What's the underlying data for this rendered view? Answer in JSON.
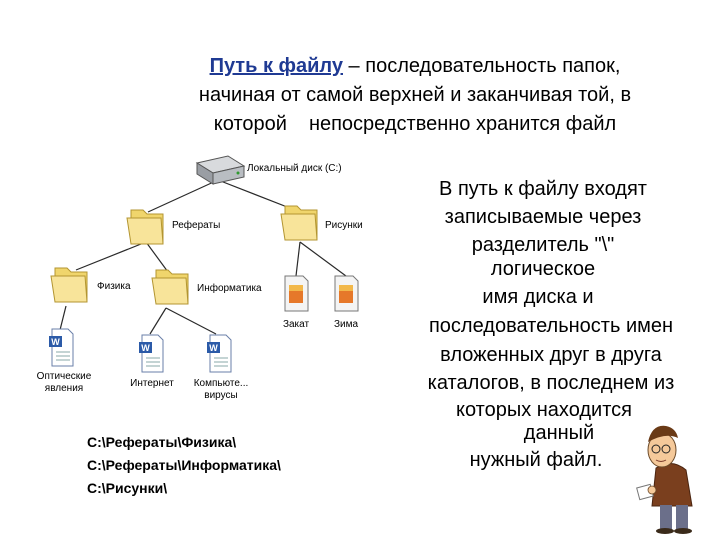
{
  "definition": {
    "term": "Путь к файлу",
    "line1_rest": " – последовательность папок,",
    "line2": "начиная от самой верхней и заканчивая той, в",
    "line3_a": "которой",
    "line3_b": "непосредственно хранится файл"
  },
  "tree": {
    "root": "Локальный диск (С:)",
    "folder_referaty": "Рефераты",
    "folder_risunki": "Рисунки",
    "folder_fizika": "Физика",
    "folder_informatika": "Информатика",
    "file_zakat": "Закат",
    "file_zima": "Зима",
    "file_opt_line1": "Оптические",
    "file_opt_line2": "явления",
    "file_internet": "Интернет",
    "file_komp_line1": "Компьюте...",
    "file_komp_line2": "вирусы"
  },
  "explanation": {
    "line1": "В путь к файлу входят",
    "line2": "записываемые через",
    "line3": "разделитель \"\\\"",
    "line4": "логическое",
    "line5": "имя диска и",
    "line6": "последовательность имен",
    "line7": "вложенных друг в друга",
    "line8": "каталогов, в последнем из",
    "line9": "которых находится",
    "line10": "данный",
    "line11": "нужный файл."
  },
  "paths": [
    "С:\\Рефераты\\Физика\\",
    "С:\\Рефераты\\Информатика\\",
    "С:\\Рисунки\\"
  ],
  "colors": {
    "term": "#1f3a93",
    "folder": "#f4dc7e",
    "line": "#2a2a2a"
  }
}
